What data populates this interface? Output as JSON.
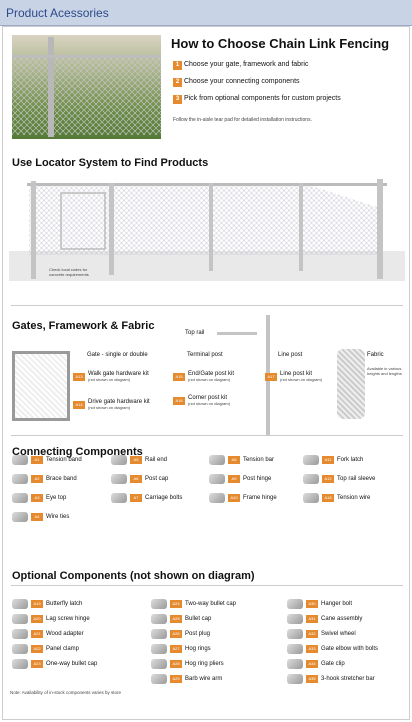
{
  "header": {
    "title": "Product Acessories"
  },
  "intro": {
    "title": "How to Choose Chain Link Fencing",
    "steps": [
      {
        "num": "1",
        "text": "Choose your gate, framework and fabric"
      },
      {
        "num": "2",
        "text": "Choose your connecting components"
      },
      {
        "num": "3",
        "text": "Pick from optional components for custom projects"
      }
    ],
    "note": "Follow the in-aisle tear pad for detailed installation instructions."
  },
  "locator": {
    "title": "Use Locator System to Find Products",
    "check_note": "Check local codes for concrete requirements"
  },
  "gates": {
    "title": "Gates, Framework & Fabric",
    "top_rail": "Top rail",
    "gate_label": "Gate - single or double",
    "terminal_post": "Terminal post",
    "line_post": "Line post",
    "fabric": "Fabric",
    "fabric_note": "Available in various heights and lengths",
    "kits": [
      {
        "tag": "A13",
        "label": "Walk gate hardware kit",
        "note": "(not shown on diagram)"
      },
      {
        "tag": "A14",
        "label": "Drive gate hardware kit",
        "note": "(not shown on diagram)"
      },
      {
        "tag": "A15",
        "label": "End/Gate post kit",
        "note": "(not shown on diagram)"
      },
      {
        "tag": "A16",
        "label": "Corner post kit",
        "note": "(not shown on diagram)"
      },
      {
        "tag": "A17",
        "label": "Line post kit",
        "note": "(not shown on diagram)"
      }
    ]
  },
  "connecting": {
    "title": "Connecting Components",
    "items": [
      {
        "tag": "A1",
        "label": "Tension band"
      },
      {
        "tag": "A2",
        "label": "Brace band"
      },
      {
        "tag": "A3",
        "label": "Eye top"
      },
      {
        "tag": "A4",
        "label": "Wire ties"
      },
      {
        "tag": "A5",
        "label": "Rail end"
      },
      {
        "tag": "A6",
        "label": "Post cap"
      },
      {
        "tag": "A7",
        "label": "Carriage bolts"
      },
      {
        "tag": "A8",
        "label": "Tension bar"
      },
      {
        "tag": "A9",
        "label": "Post hinge"
      },
      {
        "tag": "A10",
        "label": "Frame hinge"
      },
      {
        "tag": "A11",
        "label": "Fork latch"
      },
      {
        "tag": "A12",
        "label": "Top rail sleeve"
      },
      {
        "tag": "A18",
        "label": "Tension wire"
      }
    ]
  },
  "optional": {
    "title": "Optional Components (not shown on diagram)",
    "items": [
      {
        "tag": "A19",
        "label": "Butterfly latch"
      },
      {
        "tag": "A20",
        "label": "Lag screw hinge"
      },
      {
        "tag": "A21",
        "label": "Wood adapter"
      },
      {
        "tag": "A22",
        "label": "Panel clamp"
      },
      {
        "tag": "A23",
        "label": "One-way bullet cap"
      },
      {
        "tag": "A24",
        "label": "Two-way bullet cap"
      },
      {
        "tag": "A25",
        "label": "Bullet cap"
      },
      {
        "tag": "A26",
        "label": "Post plug"
      },
      {
        "tag": "A27",
        "label": "Hog rings"
      },
      {
        "tag": "A28",
        "label": "Hog ring pliers"
      },
      {
        "tag": "A29",
        "label": "Barb wire arm"
      },
      {
        "tag": "A30",
        "label": "Hanger bolt"
      },
      {
        "tag": "A31",
        "label": "Cane assembly"
      },
      {
        "tag": "A32",
        "label": "Swivel wheel"
      },
      {
        "tag": "A33",
        "label": "Gate elbow with bolts"
      },
      {
        "tag": "A34",
        "label": "Gate clip"
      },
      {
        "tag": "A35",
        "label": "3-hook stretcher bar"
      }
    ],
    "footnote": "Note: Availability of in-stock components varies by store"
  },
  "colors": {
    "accent": "#e58a2e",
    "header_bg": "#c9d3e6",
    "header_text": "#2d4a8a"
  }
}
